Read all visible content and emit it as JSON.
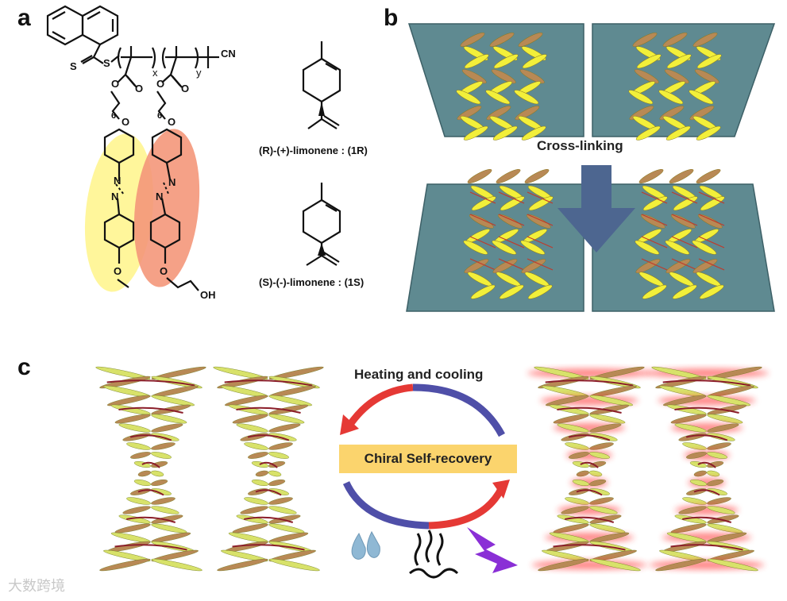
{
  "panels": {
    "a": "a",
    "b": "b",
    "c": "c"
  },
  "chem": {
    "S1": "S",
    "S2": "S",
    "CN": "CN",
    "x": "x",
    "y": "y",
    "O1": "O",
    "O2": "O",
    "O3": "O",
    "O4": "O",
    "O5": "O",
    "O6": "O",
    "six1": "6",
    "six2": "6",
    "N1": "N",
    "N2": "N",
    "N3": "N",
    "N4": "N",
    "OH": "OH"
  },
  "limonene": {
    "r_label": "(R)-(+)-limonene : (1R)",
    "s_label": "(S)-(-)-limonene : (1S)"
  },
  "panel_b": {
    "crosslinking": "Cross-linking"
  },
  "panel_c": {
    "heating": "Heating and cooling",
    "recovery": "Chiral Self-recovery"
  },
  "watermark": "大数跨境",
  "colors": {
    "glass": "#5f8a91",
    "arrow_blue": "#4d6690",
    "banner": "#fbd46d",
    "arc_red": "#e53935",
    "arc_blue": "#4f4fa8",
    "rod_yellow": "#d8e26a",
    "rod_brown": "#b88955",
    "glow": "#ff2a2a"
  }
}
